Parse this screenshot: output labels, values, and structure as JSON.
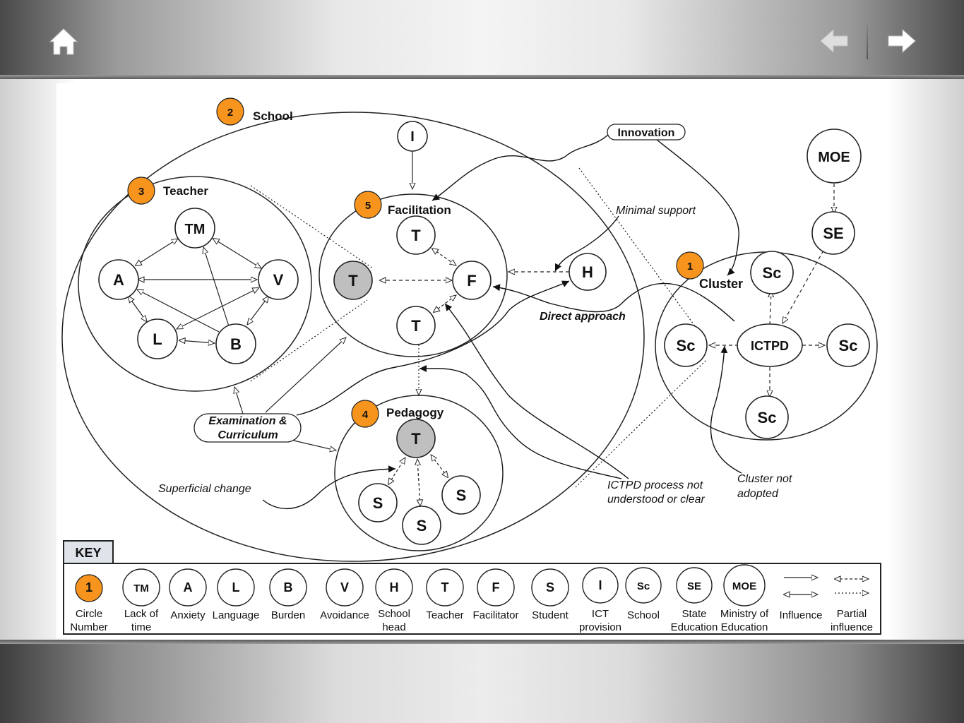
{
  "nav": {
    "home_icon": "home-icon",
    "back_icon": "arrow-left-icon",
    "forward_icon": "arrow-right-icon"
  },
  "colors": {
    "orange": "#f7941d",
    "grey_node": "#bfbfbf",
    "bar_dark": "#4a4a4a",
    "bar_light": "#f2f2f2"
  },
  "diagram": {
    "regions": {
      "school": {
        "number": "2",
        "label": "School"
      },
      "teacher": {
        "number": "3",
        "label": "Teacher"
      },
      "facilitation": {
        "number": "5",
        "label": "Facilitation"
      },
      "pedagogy": {
        "number": "4",
        "label": "Pedagogy"
      },
      "cluster": {
        "number": "1",
        "label": "Cluster"
      }
    },
    "nodes": {
      "tm": "TM",
      "a": "A",
      "v": "V",
      "l": "L",
      "b": "B",
      "i": "I",
      "t_fac_top": "T",
      "t_fac_grey": "T",
      "f": "F",
      "t_fac_bottom": "T",
      "h": "H",
      "t_ped": "T",
      "s_left": "S",
      "s_mid": "S",
      "s_right": "S",
      "moe": "MOE",
      "se": "SE",
      "sc_top": "Sc",
      "sc_left": "Sc",
      "ictpd": "ICTPD",
      "sc_right": "Sc",
      "sc_bottom": "Sc"
    },
    "annotations": {
      "innovation": "Innovation",
      "minimal_support": "Minimal support",
      "direct_approach": "Direct approach",
      "exam_line1": "Examination &",
      "exam_line2": "Curriculum",
      "superficial_change": "Superficial change",
      "ictpd_not_line1": "ICTPD process not",
      "ictpd_not_line2": "understood or clear",
      "cluster_not_line1": "Cluster not",
      "cluster_not_line2": "adopted"
    },
    "key": {
      "title": "KEY",
      "items": [
        {
          "symbol": "1",
          "line1": "Circle",
          "line2": "Number"
        },
        {
          "symbol": "TM",
          "line1": "Lack of",
          "line2": "time"
        },
        {
          "symbol": "A",
          "line1": "Anxiety",
          "line2": ""
        },
        {
          "symbol": "L",
          "line1": "Language",
          "line2": ""
        },
        {
          "symbol": "B",
          "line1": "Burden",
          "line2": ""
        },
        {
          "symbol": "V",
          "line1": "Avoidance",
          "line2": ""
        },
        {
          "symbol": "H",
          "line1": "School",
          "line2": "head"
        },
        {
          "symbol": "T",
          "line1": "Teacher",
          "line2": ""
        },
        {
          "symbol": "F",
          "line1": "Facilitator",
          "line2": ""
        },
        {
          "symbol": "S",
          "line1": "Student",
          "line2": ""
        },
        {
          "symbol": "I",
          "line1": "ICT",
          "line2": "provision"
        },
        {
          "symbol": "Sc",
          "line1": "School",
          "line2": ""
        },
        {
          "symbol": "SE",
          "line1": "State",
          "line2": "Education"
        },
        {
          "symbol": "MOE",
          "line1": "Ministry of",
          "line2": "Education"
        },
        {
          "symbol": "",
          "line1": "Influence",
          "line2": ""
        },
        {
          "symbol": "",
          "line1": "Partial",
          "line2": "influence"
        }
      ]
    }
  }
}
